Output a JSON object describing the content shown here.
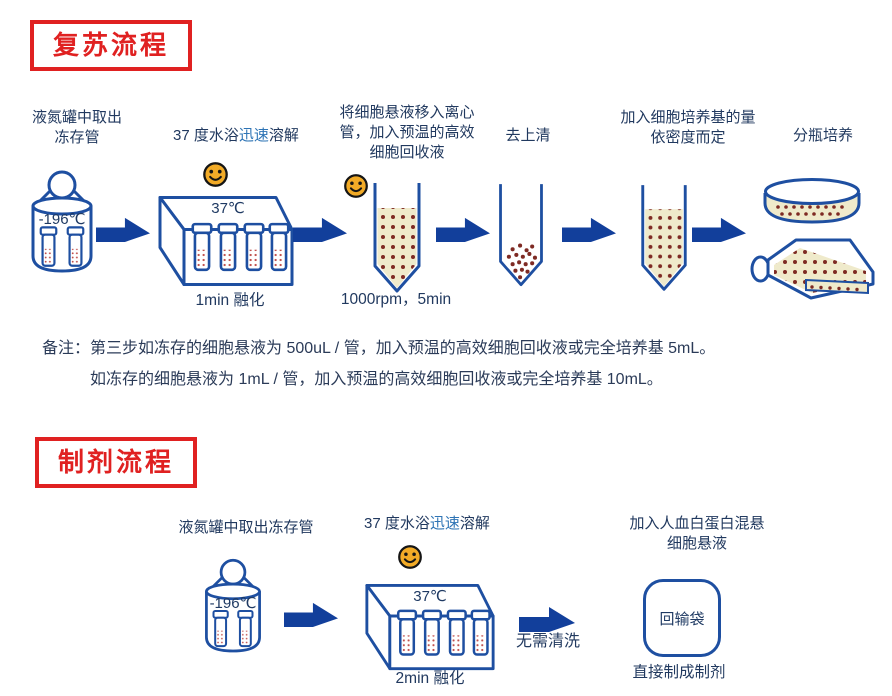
{
  "palette": {
    "accent_red": "#e02121",
    "icon_navy": "#1e4fa1",
    "arrow_blue": "#123f9b",
    "text_navy": "#21395f",
    "highlight_blue": "#2e74b5",
    "liquid_cream": "#efeacb",
    "cell_dot_maroon": "#7e2a23",
    "smiley_orange": "#f2ab27"
  },
  "section_recovery": {
    "title": "复苏流程",
    "labels": {
      "step1": "液氮罐中取出\n冻存管",
      "step2_prefix": "37 度水浴",
      "step2_highlight": "迅速",
      "step2_suffix": "溶解",
      "step3": "将细胞悬液移入离心\n管，加入预温的高效\n细胞回收液",
      "step4": "去上清",
      "step5": "加入细胞培养基的量\n依密度而定",
      "step6": "分瓶培养"
    },
    "captions": {
      "bath": "1min 融化",
      "centrifuge": "1000rpm，5min"
    },
    "icon_text": {
      "tank_temp": "-196℃",
      "bath_temp": "37℃"
    }
  },
  "notes": {
    "label": "备注：",
    "lines": "第三步如冻存的细胞悬液为 500uL / 管，加入预温的高效细胞回收液或完全培养基 5mL。\n如冻存的细胞悬液为 1mL / 管，加入预温的高效细胞回收液或完全培养基 10mL。"
  },
  "section_prep": {
    "title": "制剂流程",
    "labels": {
      "step1": "液氮罐中取出冻存管",
      "step2_prefix": "37 度水浴",
      "step2_highlight": "迅速",
      "step2_suffix": "溶解",
      "step3": "加入人血白蛋白混悬\n细胞悬液"
    },
    "captions": {
      "bath": "2min 融化",
      "wash": "无需清洗",
      "bag": "直接制成制剂"
    },
    "icon_text": {
      "tank_temp": "-196℃",
      "bath_temp": "37℃",
      "bag": "回输袋"
    }
  }
}
